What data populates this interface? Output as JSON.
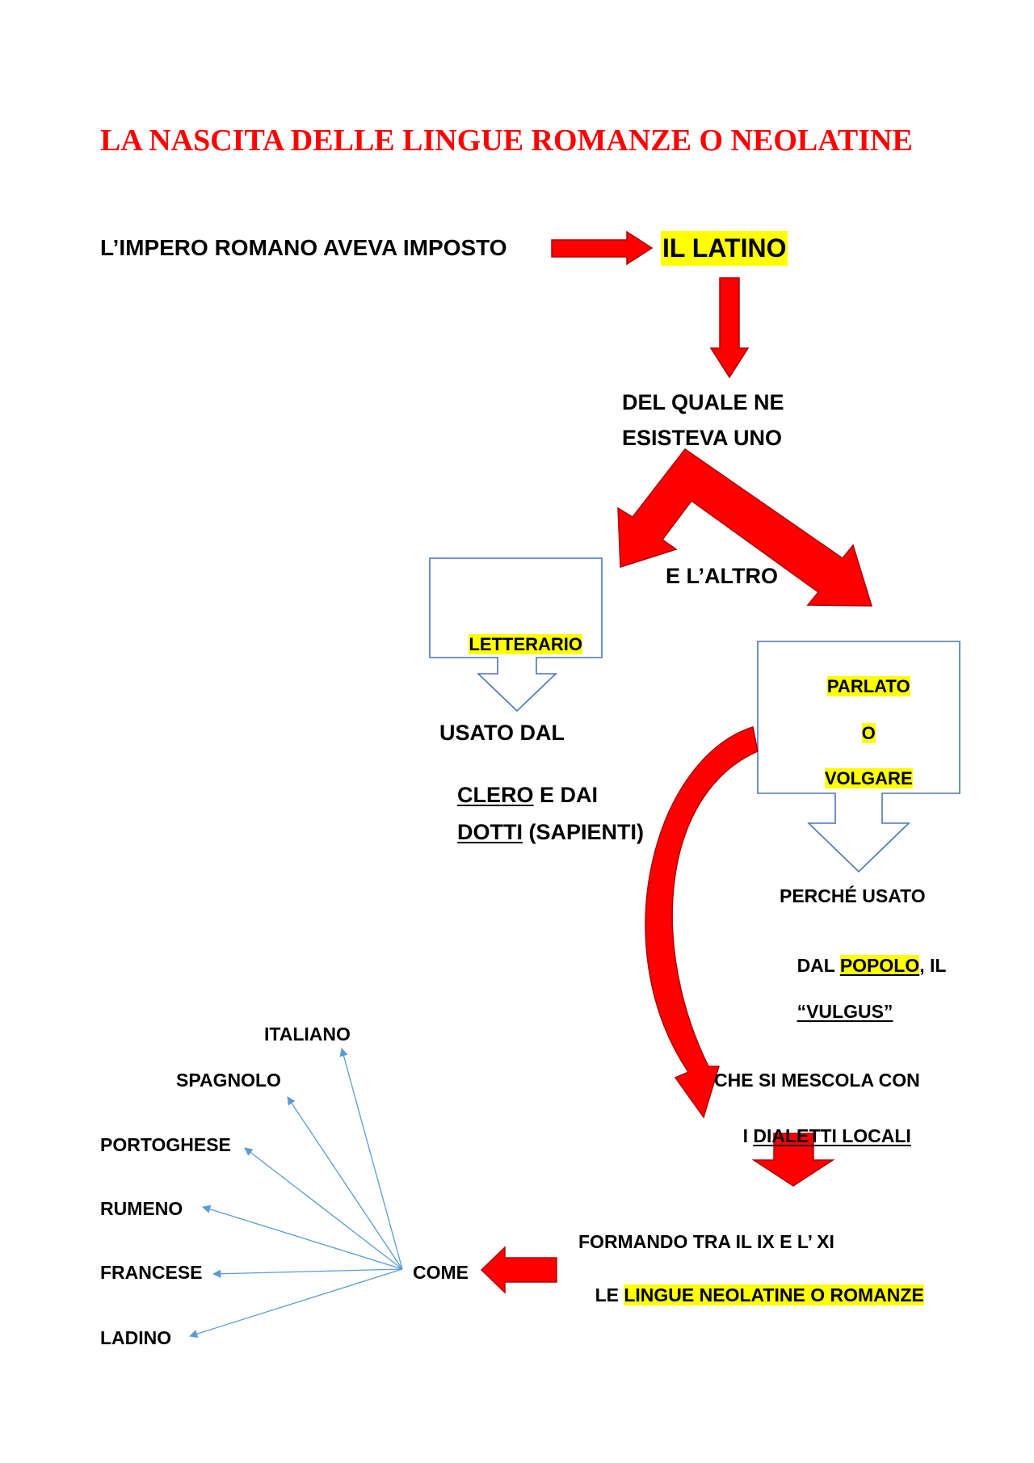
{
  "title": "LA NASCITA DELLE LINGUE ROMANZE O NEOLATINE",
  "colors": {
    "title": "#ff0000",
    "arrow_red": "#ff0000",
    "highlight": "#ffff00",
    "callout_outline": "#4a76b8",
    "branch_arrows": "#5b9bd5"
  },
  "intro": {
    "text": "L’IMPERO ROMANO AVEVA IMPOSTO",
    "latin": "IL LATINO"
  },
  "split": {
    "line1": "DEL QUALE NE",
    "line2": "ESISTEVA UNO",
    "connector": "E L’ALTRO"
  },
  "literary": {
    "label": "LETTERARIO",
    "line1": "USATO DAL",
    "line2": {
      "underlined": "CLERO",
      "rest": " E DAI"
    },
    "line3": {
      "underlined": "DOTTI",
      "rest": " (SAPIENTI)"
    }
  },
  "vernacular": {
    "label_lines": [
      "PARLATO",
      "O",
      "VOLGARE"
    ],
    "line1": "PERCHÉ USATO",
    "line2": {
      "before": "DAL ",
      "highlighted": "POPOLO",
      "after": ", IL"
    },
    "line3": "“VULGUS”"
  },
  "mixing": {
    "line1": "CHE SI MESCOLA CON",
    "line2": {
      "before": "I ",
      "underlined": "DIALETTI LOCALI"
    }
  },
  "outcome": {
    "line1": "FORMANDO TRA IL IX E L’ XI",
    "line2": {
      "before": "LE ",
      "highlighted": "LINGUE NEOLATINE O ROMANZE"
    }
  },
  "examples": {
    "label": "COME",
    "languages": [
      "ITALIANO",
      "SPAGNOLO",
      "PORTOGHESE",
      "RUMENO",
      "FRANCESE",
      "LADINO"
    ]
  }
}
